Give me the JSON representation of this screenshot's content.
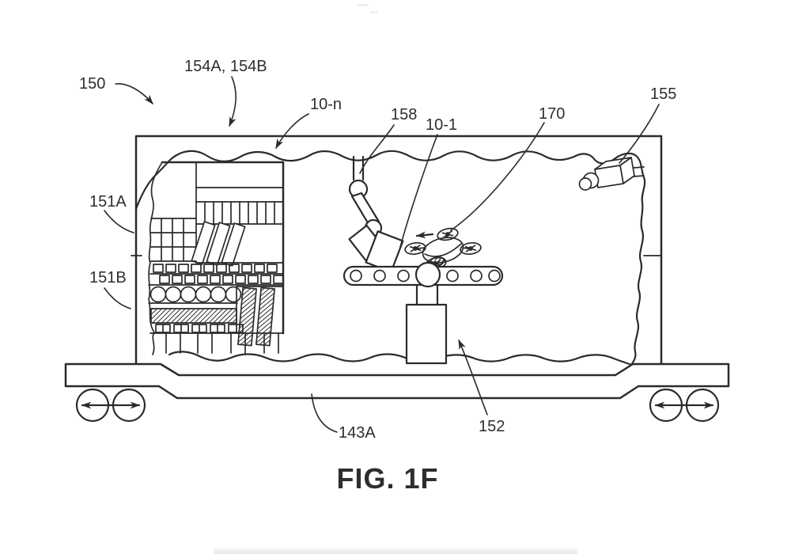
{
  "figure": {
    "caption": "FIG. 1F"
  },
  "labels": {
    "assembly": "150",
    "racks": "154A, 154B",
    "item_n": "10-n",
    "robotic_arm": "158",
    "item_1": "10-1",
    "drone": "170",
    "camera": "155",
    "wall_upper": "151A",
    "wall_lower": "151B",
    "deck": "143A",
    "pedestal": "152"
  },
  "colors": {
    "line": "#2b2b2b",
    "text": "#2e2e2e",
    "background": "#ffffff"
  }
}
